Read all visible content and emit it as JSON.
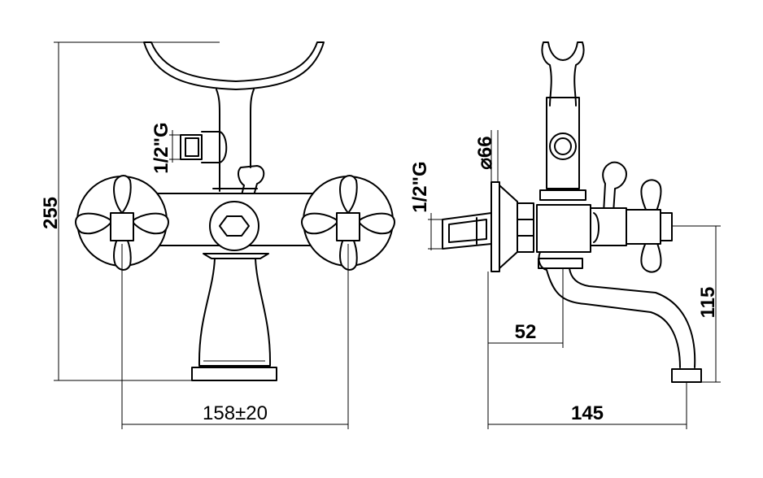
{
  "dimensions": {
    "height_total": "255",
    "thread_front": "1/2\"G",
    "center_distance": "158±20",
    "thread_side": "1/2\"G",
    "flange_diameter": "⌀66",
    "wall_offset": "52",
    "spout_height": "115",
    "depth": "145"
  }
}
